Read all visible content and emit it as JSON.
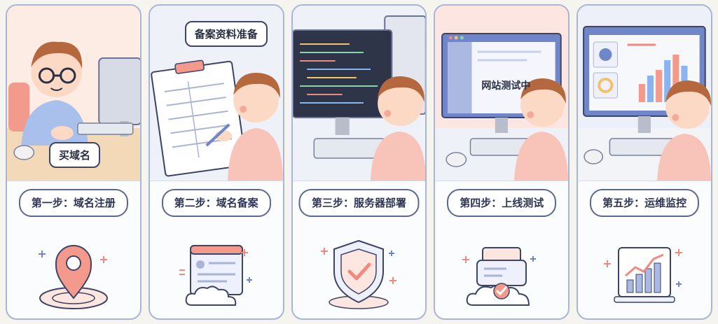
{
  "panels": [
    {
      "caption": "买域名",
      "step_label": "第一步：域名注册",
      "icon": "map-pin-icon",
      "scene_bg": "#fdece4"
    },
    {
      "caption": "备案资料准备",
      "step_label": "第二步：域名备案",
      "icon": "document-cloud-icon",
      "scene_bg": "#eef1f8"
    },
    {
      "caption": "",
      "step_label": "第三步：服务器部署",
      "icon": "shield-check-icon",
      "scene_bg": "#eef1f8"
    },
    {
      "caption": "网站测试中",
      "step_label": "第四步：上线测试",
      "icon": "server-check-icon",
      "scene_bg": "#fde6e2"
    },
    {
      "caption": "",
      "step_label": "第五步：运维监控",
      "icon": "monitor-chart-icon",
      "scene_bg": "#edf0f8"
    }
  ],
  "colors": {
    "border": "#aab4d6",
    "accent_coral": "#f08a7e",
    "accent_blue": "#6f86c9",
    "ink": "#3d4466"
  }
}
